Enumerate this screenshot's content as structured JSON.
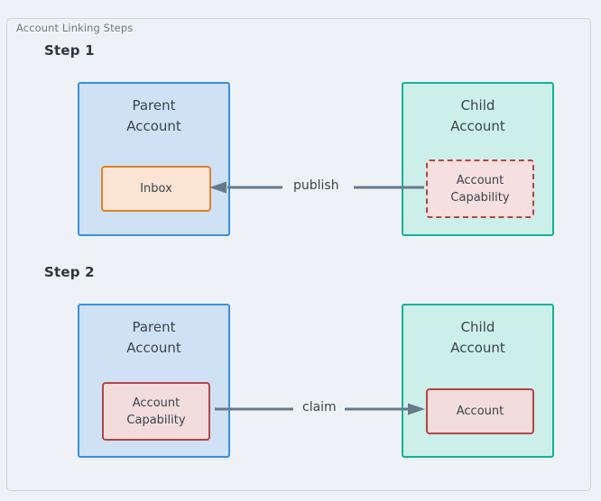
{
  "frame": {
    "title": "Account Linking Steps"
  },
  "colors": {
    "background": "#eef2f6",
    "frame_border": "#ccd5de",
    "title_text": "#6d7b8a",
    "parent_fill": "#cfe2f5",
    "parent_border": "#3b8fe0",
    "child_fill": "#cdefe9",
    "child_border": "#14b09a",
    "inbox_fill": "#fae5d4",
    "inbox_border": "#e2802c",
    "capability_fill": "#f6dfdf",
    "capability_border": "#b2454a",
    "edge": "#67788a",
    "text": "#39444f",
    "step_text": "#2b3745"
  },
  "steps": [
    {
      "label": "Step 1",
      "parent": {
        "title_line1": "Parent",
        "title_line2": "Account",
        "inner": {
          "line1": "Inbox",
          "line2": "",
          "style": "solid-orange"
        }
      },
      "child": {
        "title_line1": "Child",
        "title_line2": "Account",
        "inner": {
          "line1": "Account",
          "line2": "Capability",
          "style": "dashed-red"
        }
      },
      "edge": {
        "label": "publish",
        "direction": "right-to-left",
        "from": "child-account-capability",
        "to": "parent-inbox"
      }
    },
    {
      "label": "Step 2",
      "parent": {
        "title_line1": "Parent",
        "title_line2": "Account",
        "inner": {
          "line1": "Account",
          "line2": "Capability",
          "style": "solid-red"
        }
      },
      "child": {
        "title_line1": "Child",
        "title_line2": "Account",
        "inner": {
          "line1": "Account",
          "line2": "",
          "style": "solid-red"
        }
      },
      "edge": {
        "label": "claim",
        "direction": "left-to-right",
        "from": "parent-account-capability",
        "to": "child-account"
      }
    }
  ]
}
